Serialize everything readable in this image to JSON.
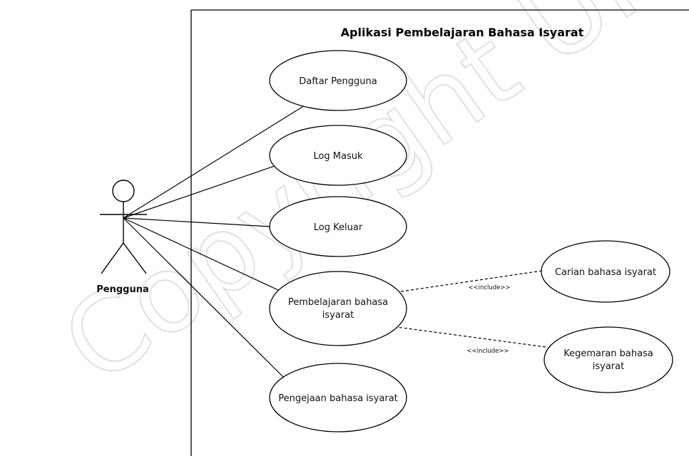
{
  "watermark": "Copyright UKM",
  "system": {
    "title": "Aplikasi Pembelajaran Bahasa Isyarat"
  },
  "actor": {
    "name": "Pengguna"
  },
  "use_cases": {
    "daftar": {
      "lines": [
        "Daftar Pengguna"
      ]
    },
    "log_masuk": {
      "lines": [
        "Log Masuk"
      ]
    },
    "log_keluar": {
      "lines": [
        "Log Keluar"
      ]
    },
    "pembelajaran": {
      "lines": [
        "Pembelajaran bahasa",
        "isyarat"
      ]
    },
    "pengejaan": {
      "lines": [
        "Pengejaan bahasa isyarat"
      ]
    },
    "carian": {
      "lines": [
        "Carian bahasa isyarat"
      ]
    },
    "kegemaran": {
      "lines": [
        "Kegemaran bahasa",
        "isyarat"
      ]
    }
  },
  "relations": {
    "include_1": "<<include>>",
    "include_2": "<<include>>"
  }
}
